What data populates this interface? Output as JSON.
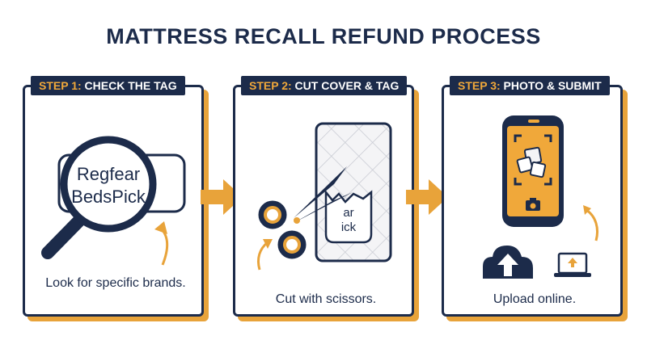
{
  "title": "MATTRESS RECALL REFUND PROCESS",
  "steps": [
    {
      "num": "STEP 1:",
      "label": "CHECK THE TAG",
      "tag_lines": [
        "Regfear",
        "BedsPick"
      ],
      "caption": "Look for specific brands."
    },
    {
      "num": "STEP 2:",
      "label": "CUT COVER & TAG",
      "tag_fragment": [
        "ar",
        "ick"
      ],
      "caption": "Cut with scissors."
    },
    {
      "num": "STEP 3:",
      "label": "PHOTO & SUBMIT",
      "caption": "Upload online."
    }
  ],
  "colors": {
    "navy": "#1c2b4a",
    "orange": "#e8a33a"
  }
}
